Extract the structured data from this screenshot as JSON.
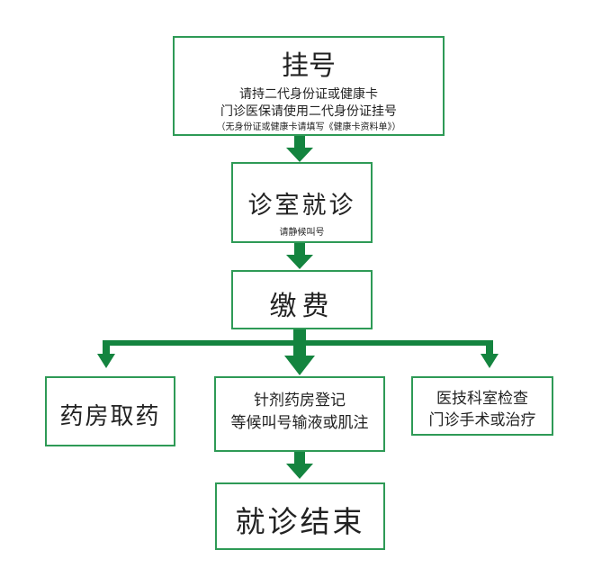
{
  "colors": {
    "arrow": "#14843f",
    "border": "#2e9a56"
  },
  "steps": {
    "register": {
      "title": "挂号",
      "line1": "请持二代身份证或健康卡",
      "line2": "门诊医保请使用二代身份证挂号",
      "note": "（无身份证或健康卡请填写《健康卡资料单》）"
    },
    "consult": {
      "title": "诊室就诊",
      "sub": "请静候叫号"
    },
    "pay": {
      "title": "缴费"
    },
    "pharmacy": {
      "title": "药房取药"
    },
    "injection": {
      "line1": "针剂药房登记",
      "line2": "等候叫号输液或肌注"
    },
    "exam": {
      "line1": "医技科室检查",
      "line2": "门诊手术或治疗"
    },
    "end": {
      "title": "就诊结束"
    }
  }
}
